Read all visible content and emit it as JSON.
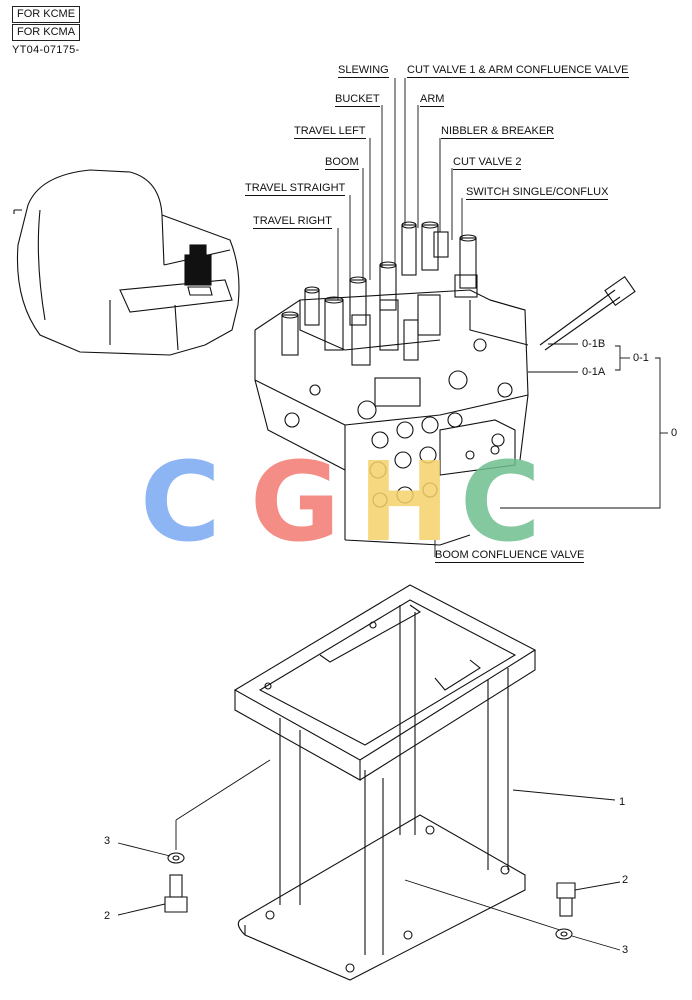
{
  "header": {
    "box1": "FOR KCME",
    "box2": "FOR KCMA",
    "code": "YT04-07175-"
  },
  "callouts": {
    "slewing": "SLEWING",
    "cut_valve_1": "CUT VALVE 1 & ARM CONFLUENCE VALVE",
    "bucket": "BUCKET",
    "arm": "ARM",
    "travel_left": "TRAVEL LEFT",
    "nibbler": "NIBBLER & BREAKER",
    "boom": "BOOM",
    "cut_valve_2": "CUT VALVE 2",
    "travel_straight": "TRAVEL STRAIGHT",
    "switch": "SWITCH SINGLE/CONFLUX",
    "travel_right": "TRAVEL RIGHT",
    "boom_confluence": "BOOM CONFLUENCE VALVE"
  },
  "part_refs": {
    "ref_0_1b": "0-1B",
    "ref_0_1a": "0-1A",
    "ref_0_1": "0-1",
    "ref_0": "0",
    "ref_1": "1",
    "ref_2_left": "2",
    "ref_3_left": "3",
    "ref_2_right": "2",
    "ref_3_right": "3"
  },
  "watermark": {
    "letters": [
      "C",
      "G",
      "H",
      "C"
    ],
    "colors": [
      "#7aa7f2",
      "#f27a72",
      "#f5d26a",
      "#6fbf8f"
    ]
  }
}
